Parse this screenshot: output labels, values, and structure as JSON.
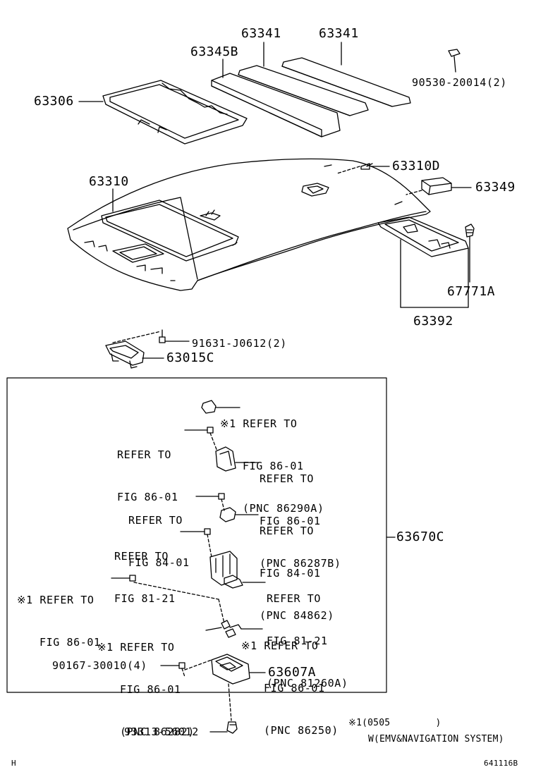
{
  "parts": {
    "p63341_a": "63341",
    "p63341_b": "63341",
    "p63345B": "63345B",
    "p90530": "90530-20014(2)",
    "p63306": "63306",
    "p63310D": "63310D",
    "p63310": "63310",
    "p63349": "63349",
    "p67771A": "67771A",
    "p63392": "63392",
    "p91631": "91631-J0612(2)",
    "p63015C": "63015C",
    "p63670C": "63670C",
    "p90167": "90167-30010(4)",
    "p63607A": "63607A",
    "p93313": "93313-56012"
  },
  "refs": {
    "r1": {
      "l1": "※1 REFER TO",
      "l2": "FIG 86-01",
      "l3": "(PNC 86290A)"
    },
    "r2": {
      "l1": "REFER TO",
      "l2": "FIG 86-01"
    },
    "r3": {
      "l1": "REFER TO",
      "l2": "FIG 86-01",
      "l3": "(PNC 86287B)"
    },
    "r4": {
      "l1": "REFER TO",
      "l2": "FIG 84-01"
    },
    "r5": {
      "l1": "REFER TO",
      "l2": "FIG 84-01",
      "l3": "(PNC 84862)"
    },
    "r6": {
      "l1": "REFER TO",
      "l2": "FIG 81-21"
    },
    "r7": {
      "l1": "※1 REFER TO",
      "l2": "FIG 86-01"
    },
    "r8": {
      "l1": "REFER TO",
      "l2": "FIG 81-21",
      "l3": "(PNC 81260A)"
    },
    "r9": {
      "l1": "※1 REFER TO",
      "l2": "FIG 86-01",
      "l3": "(PNC 86282)"
    },
    "r10": {
      "l1": "※1 REFER TO",
      "l2": "FIG 86-01",
      "l3": "(PNC 86250)"
    }
  },
  "note": {
    "line1": "※1(0505        )",
    "line2": "W(EMV&NAVIGATION SYSTEM)"
  },
  "footer": {
    "left": "H",
    "right": "641116B"
  }
}
